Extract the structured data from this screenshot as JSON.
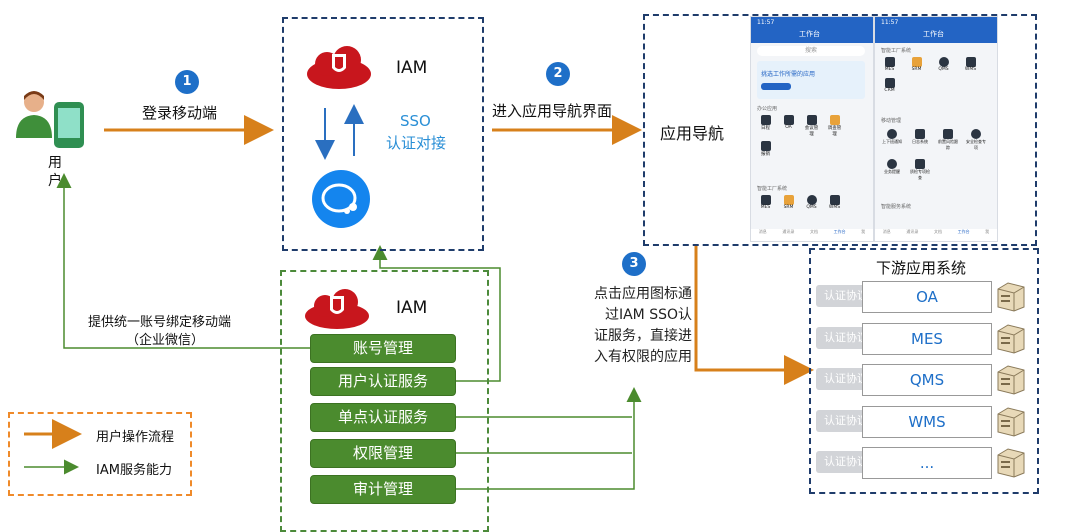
{
  "user": {
    "label_line1": "用",
    "label_line2": "户"
  },
  "steps": [
    {
      "num": "1",
      "label": "登录移动端"
    },
    {
      "num": "2",
      "label": "进入应用导航界面"
    },
    {
      "num": "3",
      "label_lines": [
        "点击应用图标通",
        "过IAM SSO认",
        "证服务，直接进",
        "入有权限的应用"
      ]
    }
  ],
  "iam_top": {
    "title": "IAM",
    "sso_line1": "SSO",
    "sso_line2": "认证对接"
  },
  "iam_bottom": {
    "title": "IAM",
    "services": [
      "账号管理",
      "用户认证服务",
      "单点认证服务",
      "权限管理",
      "审计管理"
    ]
  },
  "app_nav": {
    "label": "应用导航",
    "phone": {
      "time": "11:57",
      "title": "工作台",
      "search": "搜索",
      "banner": "挑选工作所需的应用",
      "sections": [
        "办公应用",
        "智能工厂系统",
        "移动管理",
        "智能服务系统"
      ],
      "apps_left": [
        "日程",
        "OA",
        "会议管理",
        "调查管理",
        "报销"
      ],
      "apps_left2": [
        "MES",
        "SRM",
        "QMS",
        "WMS"
      ],
      "apps_right": [
        "MES",
        "SRM",
        "QMS",
        "WMS",
        "CRM"
      ],
      "apps_right2": [
        "上下班通知",
        "日志系统",
        "前置风险跟踪",
        "安全检查专项",
        "业务提醒",
        "质检专项检查"
      ],
      "tabbar": [
        "消息",
        "通讯录",
        "文档",
        "工作台",
        "我"
      ]
    }
  },
  "downstream": {
    "title": "下游应用系统",
    "protocol_label": "认证协议",
    "apps": [
      "OA",
      "MES",
      "QMS",
      "WMS",
      "..."
    ]
  },
  "annotations": {
    "provide_line1": "提供统一账号绑定移动端",
    "provide_line2": "（企业微信）"
  },
  "legend": {
    "user_flow": "用户操作流程",
    "iam_capability": "IAM服务能力"
  },
  "colors": {
    "orange": "#d7801b",
    "green": "#4b8b2e",
    "navy": "#1f3c6b",
    "blue": "#1e6fc8"
  }
}
